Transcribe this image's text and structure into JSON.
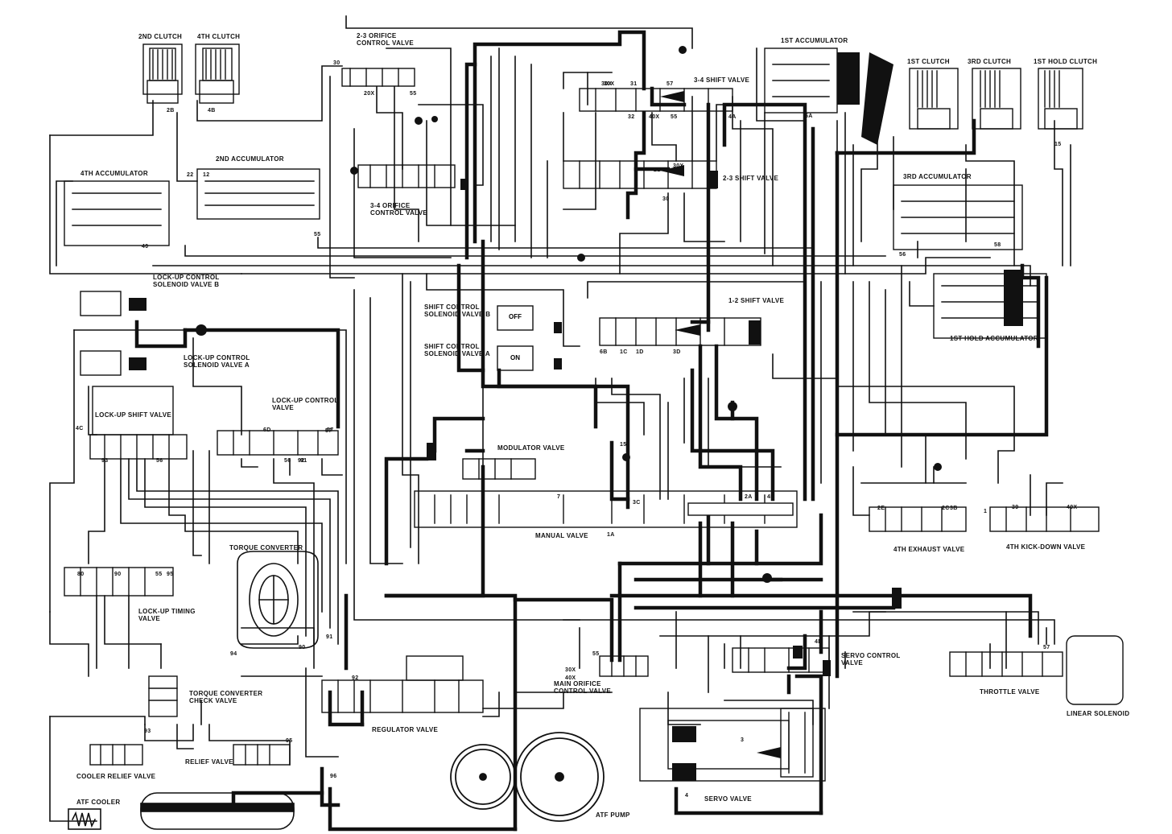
{
  "labels": {
    "clutch_2nd": "2ND CLUTCH",
    "clutch_4th": "4TH CLUTCH",
    "orifice_23": "2-3 ORIFICE CONTROL VALVE",
    "accumulator_1st": "1ST ACCUMULATOR",
    "clutch_1st": "1ST CLUTCH",
    "clutch_3rd": "3RD CLUTCH",
    "clutch_1st_hold": "1ST HOLD CLUTCH",
    "shift_34": "3-4 SHIFT VALVE",
    "accumulator_2nd": "2ND ACCUMULATOR",
    "accumulator_4th": "4TH ACCUMULATOR",
    "shift_23": "2-3 SHIFT VALVE",
    "orifice_34": "3-4 ORIFICE CONTROL VALVE",
    "accumulator_3rd": "3RD ACCUMULATOR",
    "lockup_solenoid_b": "LOCK-UP CONTROL SOLENOID VALVE B",
    "shift_12": "1-2 SHIFT VALVE",
    "shift_solenoid_b": "SHIFT CONTROL SOLENOID VALVE B",
    "shift_solenoid_a": "SHIFT CONTROL SOLENOID VALVE A",
    "accumulator_1st_hold": "1ST HOLD ACCUMULATOR",
    "lockup_solenoid_a": "LOCK-UP CONTROL SOLENOID VALVE A",
    "lockup_shift": "LOCK-UP SHIFT VALVE",
    "lockup_control": "LOCK-UP CONTROL VALVE",
    "modulator": "MODULATOR VALVE",
    "manual": "MANUAL VALVE",
    "exhaust_4th": "4TH EXHAUST VALVE",
    "kickdown_4th": "4TH KICK-DOWN VALVE",
    "torque_converter": "TORQUE CONVERTER",
    "lockup_timing": "LOCK-UP TIMING VALVE",
    "main_orifice": "MAIN ORIFICE CONTROL VALVE",
    "servo_control": "SERVO CONTROL VALVE",
    "throttle": "THROTTLE VALVE",
    "linear_solenoid": "LINEAR SOLENOID",
    "tc_check": "TORQUE CONVERTER CHECK VALVE",
    "regulator": "REGULATOR VALVE",
    "cooler_relief": "COOLER RELIEF VALVE",
    "relief": "RELIEF VALVE",
    "atf_cooler": "ATF COOLER",
    "atf_pump": "ATF PUMP",
    "servo": "SERVO VALVE"
  },
  "solenoid_state": {
    "b": "OFF",
    "a": "ON"
  },
  "ports": [
    {
      "id": "p1",
      "text": "2B"
    },
    {
      "id": "p2",
      "text": "4B"
    },
    {
      "id": "p3",
      "text": "30"
    },
    {
      "id": "p4",
      "text": "20X"
    },
    {
      "id": "p5",
      "text": "55"
    },
    {
      "id": "p6",
      "text": "30X"
    },
    {
      "id": "p7",
      "text": "31"
    },
    {
      "id": "p8",
      "text": "57"
    },
    {
      "id": "p9",
      "text": "55"
    },
    {
      "id": "p10",
      "text": "32"
    },
    {
      "id": "p11",
      "text": "40X"
    },
    {
      "id": "p12",
      "text": "4A"
    },
    {
      "id": "p13",
      "text": "30X"
    },
    {
      "id": "p14",
      "text": "2D"
    },
    {
      "id": "p15",
      "text": "30X"
    },
    {
      "id": "p16",
      "text": "30"
    },
    {
      "id": "p17",
      "text": "6A"
    },
    {
      "id": "p18",
      "text": "1C"
    },
    {
      "id": "p19",
      "text": "1D"
    },
    {
      "id": "p20",
      "text": "3D"
    },
    {
      "id": "p21",
      "text": "15"
    },
    {
      "id": "p22",
      "text": "22"
    },
    {
      "id": "p23",
      "text": "12"
    },
    {
      "id": "p24",
      "text": "55"
    },
    {
      "id": "p25",
      "text": "57"
    },
    {
      "id": "p26",
      "text": "40"
    },
    {
      "id": "p27",
      "text": "58"
    },
    {
      "id": "p28",
      "text": "56"
    },
    {
      "id": "p29",
      "text": "4C"
    },
    {
      "id": "p30",
      "text": "6D"
    },
    {
      "id": "p31",
      "text": "57"
    },
    {
      "id": "p32",
      "text": "93"
    },
    {
      "id": "p33",
      "text": "56"
    },
    {
      "id": "p34",
      "text": "91"
    },
    {
      "id": "p35",
      "text": "56"
    },
    {
      "id": "p36",
      "text": "92"
    },
    {
      "id": "p37",
      "text": "6B"
    },
    {
      "id": "p38",
      "text": "7"
    },
    {
      "id": "p39",
      "text": "3C"
    },
    {
      "id": "p40",
      "text": "1A"
    },
    {
      "id": "p41",
      "text": "4B"
    },
    {
      "id": "p42",
      "text": "2A"
    },
    {
      "id": "p43",
      "text": "1"
    },
    {
      "id": "p44",
      "text": "15"
    },
    {
      "id": "p45",
      "text": "95"
    },
    {
      "id": "p46",
      "text": "90"
    },
    {
      "id": "p47",
      "text": "55"
    },
    {
      "id": "p48",
      "text": "80"
    },
    {
      "id": "p49",
      "text": "94"
    },
    {
      "id": "p50",
      "text": "90"
    },
    {
      "id": "p51",
      "text": "91"
    },
    {
      "id": "p52",
      "text": "92"
    },
    {
      "id": "p53",
      "text": "95"
    },
    {
      "id": "p54",
      "text": "30X"
    },
    {
      "id": "p55",
      "text": "40X"
    },
    {
      "id": "p56",
      "text": "55"
    },
    {
      "id": "p57",
      "text": "57"
    },
    {
      "id": "p58",
      "text": "93"
    },
    {
      "id": "p59",
      "text": "96"
    },
    {
      "id": "p60",
      "text": "4D"
    },
    {
      "id": "p61",
      "text": "3"
    },
    {
      "id": "p62",
      "text": "4"
    },
    {
      "id": "p63",
      "text": "2E"
    },
    {
      "id": "p64",
      "text": "3B"
    },
    {
      "id": "p65",
      "text": "39"
    },
    {
      "id": "p66",
      "text": "40X"
    },
    {
      "id": "p67",
      "text": "2C"
    }
  ]
}
